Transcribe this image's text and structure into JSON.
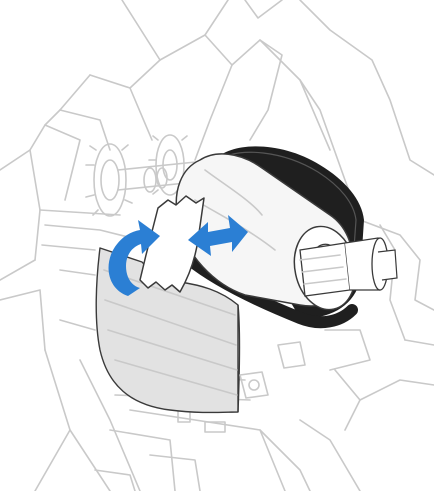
{
  "colors": {
    "outline": "#c9c9c9",
    "dark_outline": "#3a3a3a",
    "ribbon_roll": "#1f1f1f",
    "paper_fill": "#f4f4f4",
    "paper_shade": "#d9d9d9",
    "arrow_blue": "#2b7fd4"
  },
  "illustration": {
    "subject": "printer-ribbon-loading",
    "arrows": [
      {
        "icon": "curved-arrow-icon",
        "direction": "up-and-over"
      },
      {
        "icon": "double-arrow-icon",
        "direction": "left-right"
      }
    ]
  }
}
